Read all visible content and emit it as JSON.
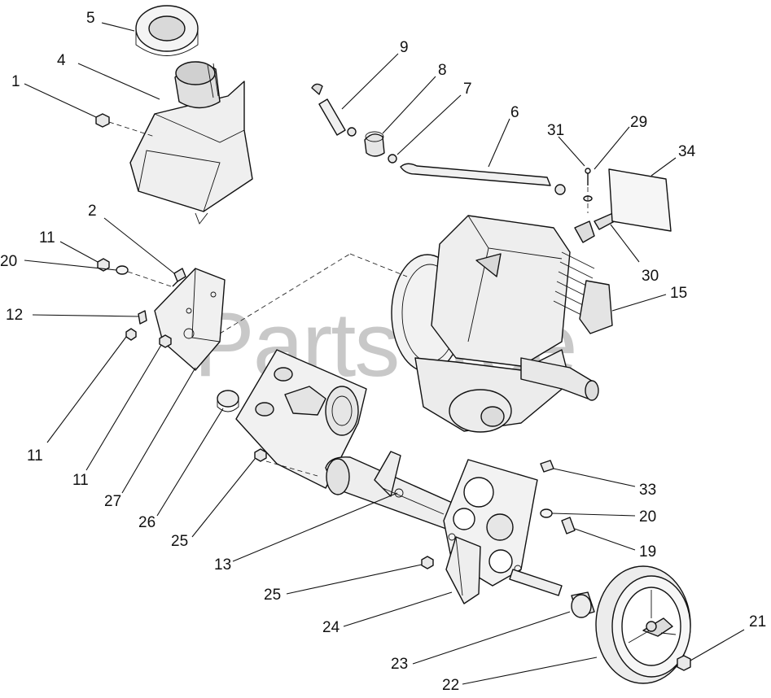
{
  "watermark": "PartsTree",
  "callouts": [
    "1",
    "2",
    "4",
    "5",
    "6",
    "7",
    "8",
    "9",
    "11",
    "12",
    "13",
    "15",
    "19",
    "20",
    "21",
    "22",
    "23",
    "24",
    "25",
    "26",
    "27",
    "29",
    "30",
    "31",
    "33",
    "34"
  ],
  "labels": {
    "l5": "5",
    "l4": "4",
    "l1": "1",
    "l9": "9",
    "l8": "8",
    "l7": "7",
    "l6": "6",
    "l31": "31",
    "l29": "29",
    "l34": "34",
    "l30": "30",
    "l15": "15",
    "l2": "2",
    "l11a": "11",
    "l20a": "20",
    "l12": "12",
    "l11b": "11",
    "l11c": "11",
    "l27": "27",
    "l26": "26",
    "l25a": "25",
    "l13": "13",
    "l33": "33",
    "l20b": "20",
    "l19": "19",
    "l25b": "25",
    "l24": "24",
    "l23": "23",
    "l22": "22",
    "l21": "21"
  }
}
